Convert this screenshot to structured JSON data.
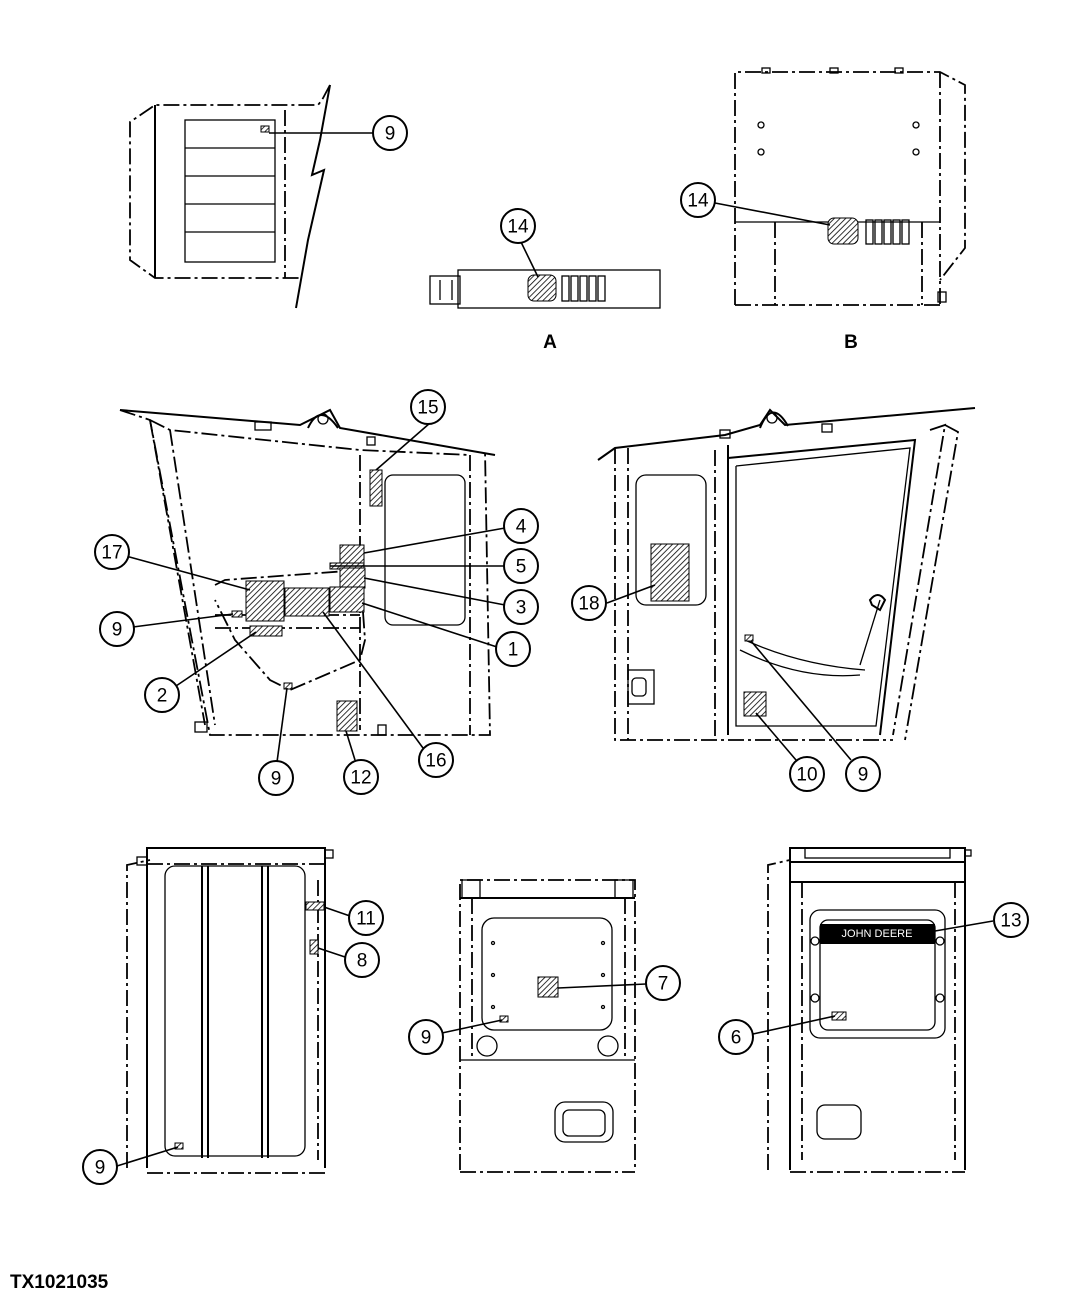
{
  "figure_id": "TX1021035",
  "view_labels": {
    "a": "A",
    "b": "B"
  },
  "decal_text": "JOHN DEERE",
  "callouts": {
    "c1": "1",
    "c2": "2",
    "c3": "3",
    "c4": "4",
    "c5": "5",
    "c6": "6",
    "c7": "7",
    "c8": "8",
    "c9": "9",
    "c10": "10",
    "c11": "11",
    "c12": "12",
    "c13": "13",
    "c14": "14",
    "c15": "15",
    "c16": "16",
    "c17": "17",
    "c18": "18"
  }
}
